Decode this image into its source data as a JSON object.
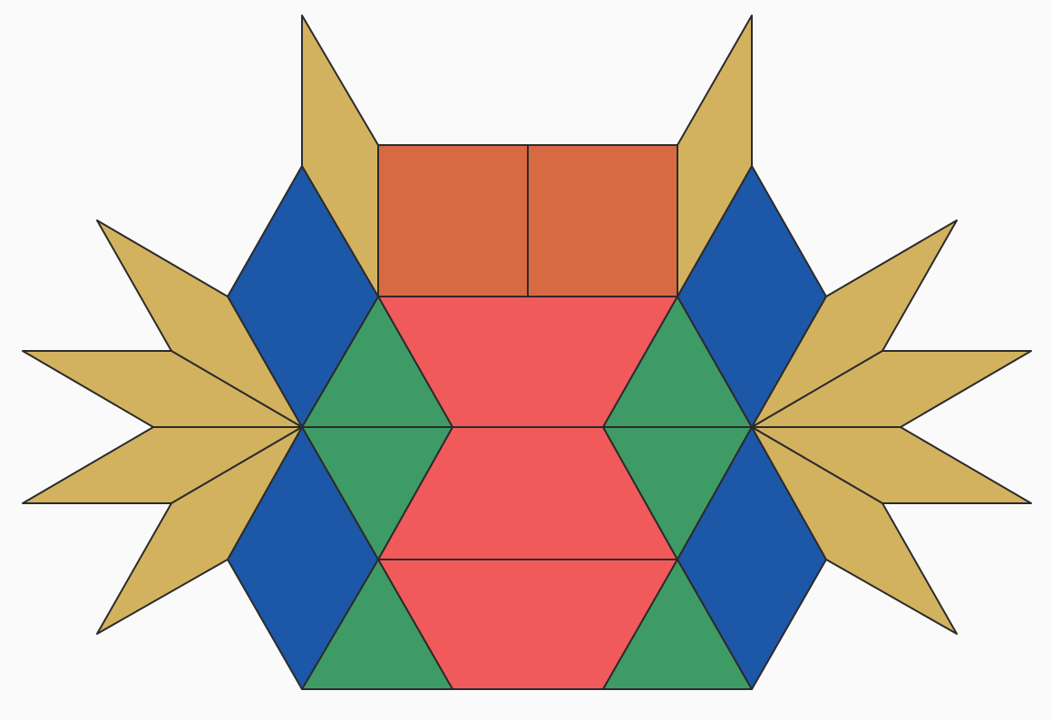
{
  "figure": {
    "description_visible_text": "",
    "colors": {
      "tan_rhombus": "#D3B25F",
      "blue_rhombus": "#1D57A7",
      "green_triangle": "#3F9B66",
      "red_trapezoid": "#F05A5B",
      "orange_square": "#D86A43",
      "outline": "#2b2b2b",
      "background": "#fafafa"
    },
    "piece_types": [
      "tan-rhombus",
      "blue-rhombus",
      "green-triangle",
      "red-trapezoid",
      "orange-square"
    ]
  }
}
